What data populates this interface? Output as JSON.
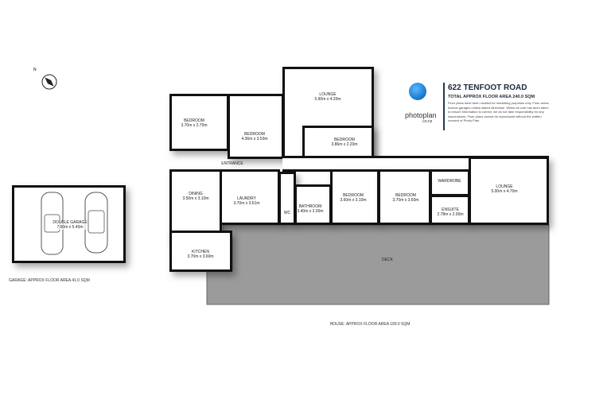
{
  "header": {
    "title": "622 TENFOOT ROAD",
    "subtitle": "TOTAL APPROX FLOOR AREA 240.0 SQM",
    "disclaimer": "Floor plans have been created for marketing purposes only. Floor areas include garages unless stated otherwise. Whilst all care has been taken to ensure information is correct, we do not take responsibility for any inaccuracies. Floor plans cannot be reproduced without the written consent of Photo Plan.",
    "logo_text": "photoplan",
    "logo_sub": ".co.nz",
    "brand_color": "#1f7fd0"
  },
  "compass": {
    "icon": "compass-north-arrow-icon",
    "label": "N"
  },
  "garage": {
    "name": "DOUBLE GARAGE",
    "dims": "7.60m x 5.40m",
    "caption": "GARAGE: APPROX FLOOR AREA 41.0 SQM"
  },
  "house": {
    "caption": "HOUSE: APPROX FLOOR AREA 199.0 SQM",
    "deck": "DECK",
    "entrance": "ENTRANCE",
    "wc": "WC",
    "wardrobe": "WARDROBE",
    "rooms": [
      {
        "name": "BEDROOM",
        "dims": "3.70m x 2.70m"
      },
      {
        "name": "BEDROOM",
        "dims": "4.36m x 3.53m"
      },
      {
        "name": "LOUNGE",
        "dims": "5.90m x 4.20m"
      },
      {
        "name": "BEDROOM",
        "dims": "3.86m x 2.20m"
      },
      {
        "name": "DINING",
        "dims": "3.50m x 3.10m"
      },
      {
        "name": "LAUNDRY",
        "dims": "3.70m x 3.61m"
      },
      {
        "name": "KITCHEN",
        "dims": "3.70m x 3.60m"
      },
      {
        "name": "BATHROOM",
        "dims": "3.40m x 2.00m"
      },
      {
        "name": "BEDROOM",
        "dims": "3.60m x 3.10m"
      },
      {
        "name": "BEDROOM",
        "dims": "3.70m x 3.60m"
      },
      {
        "name": "ENSUITE",
        "dims": "2.78m x 2.00m"
      },
      {
        "name": "LOUNGE",
        "dims": "5.00m x 4.70m"
      }
    ]
  }
}
